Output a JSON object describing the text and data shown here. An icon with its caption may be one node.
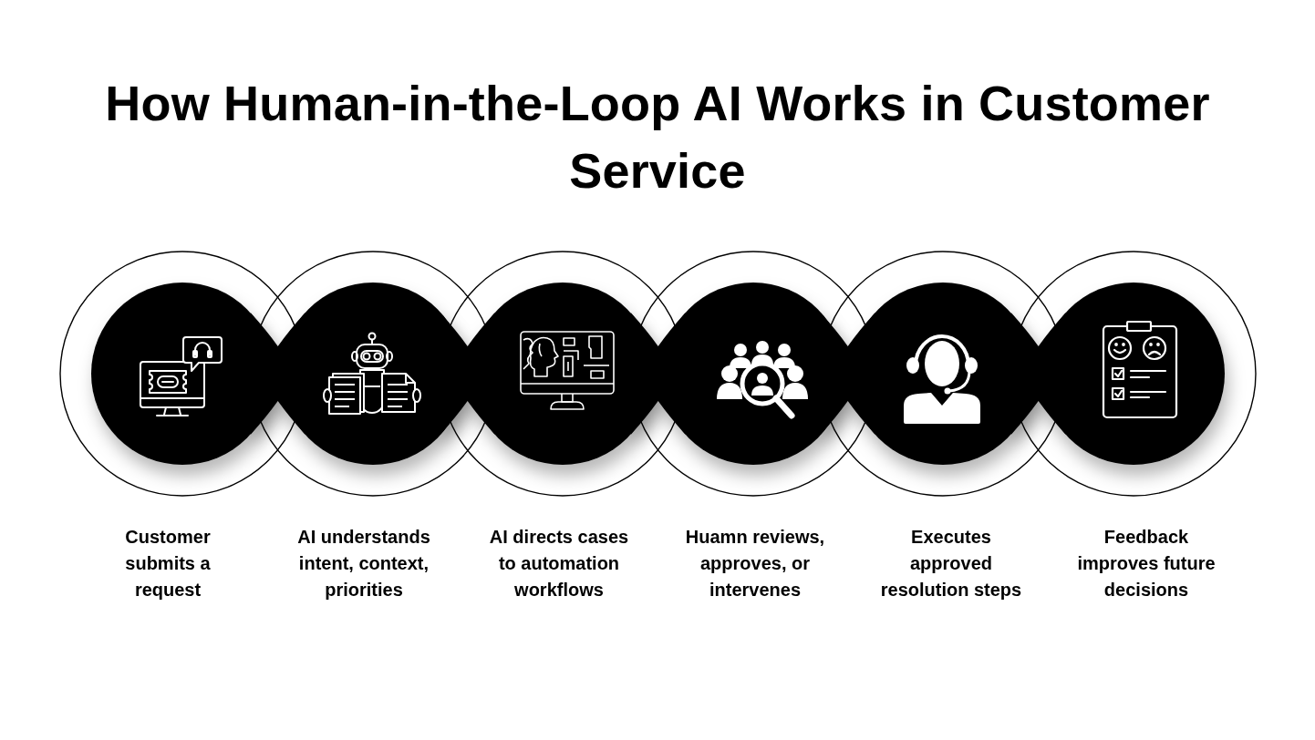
{
  "diagram": {
    "title": "How Human-in-the-Loop AI Works in Customer Service",
    "nodes": [
      {
        "text": [],
        "shape": "circle",
        "beside": [
          "Customer submits a request"
        ]
      },
      {
        "text": [],
        "shape": "circle",
        "beside": [
          "AI understands intent, context, priorities"
        ]
      },
      {
        "text": [],
        "shape": "circle",
        "beside": [
          "AI directs cases to automation workflows"
        ]
      },
      {
        "text": [],
        "shape": "circle",
        "beside": [
          "Huamn reviews, approves, or intervenes"
        ]
      },
      {
        "text": [],
        "shape": "circle",
        "beside": [
          "Executes approved resolution steps"
        ]
      },
      {
        "text": [],
        "shape": "circle",
        "beside": [
          "Feedback improves future decisions"
        ]
      }
    ]
  }
}
